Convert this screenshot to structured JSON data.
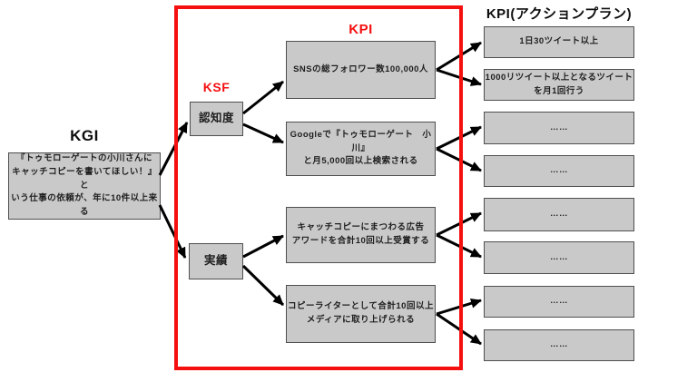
{
  "colors": {
    "accent_red": "#f50f0f",
    "box_fill": "#c9c9c9",
    "box_border": "#4f4f4f",
    "arrow_color": "#000000"
  },
  "kgi": {
    "label": "KGI",
    "goal": "『トゥモローゲートの小川さんに\nキャッチコピーを書いてほしい！』と\nいう仕事の依頼が、年に10件以上来る"
  },
  "ksf": {
    "label": "KSF",
    "factors": [
      {
        "label": "認知度"
      },
      {
        "label": "実績"
      }
    ]
  },
  "kpi": {
    "label": "KPI",
    "indicators": [
      {
        "text": "SNSの総フォロワー数100,000人"
      },
      {
        "text": "Googleで『トゥモローゲート　小川』\nと月5,000回以上検索される"
      },
      {
        "text": "キャッチコピーにまつわる広告\nアワードを合計10回以上受賞する"
      },
      {
        "text": "コピーライターとして合計10回以上\nメディアに取り上げられる"
      }
    ]
  },
  "action_plan": {
    "label": "KPI(アクションプラン)",
    "actions": [
      {
        "text": "1日30ツイート以上"
      },
      {
        "text": "1000リツイート以上となるツイート\nを月1回行う"
      },
      {
        "text": "……"
      },
      {
        "text": "……"
      },
      {
        "text": "……"
      },
      {
        "text": "……"
      },
      {
        "text": "……"
      },
      {
        "text": "……"
      }
    ]
  }
}
